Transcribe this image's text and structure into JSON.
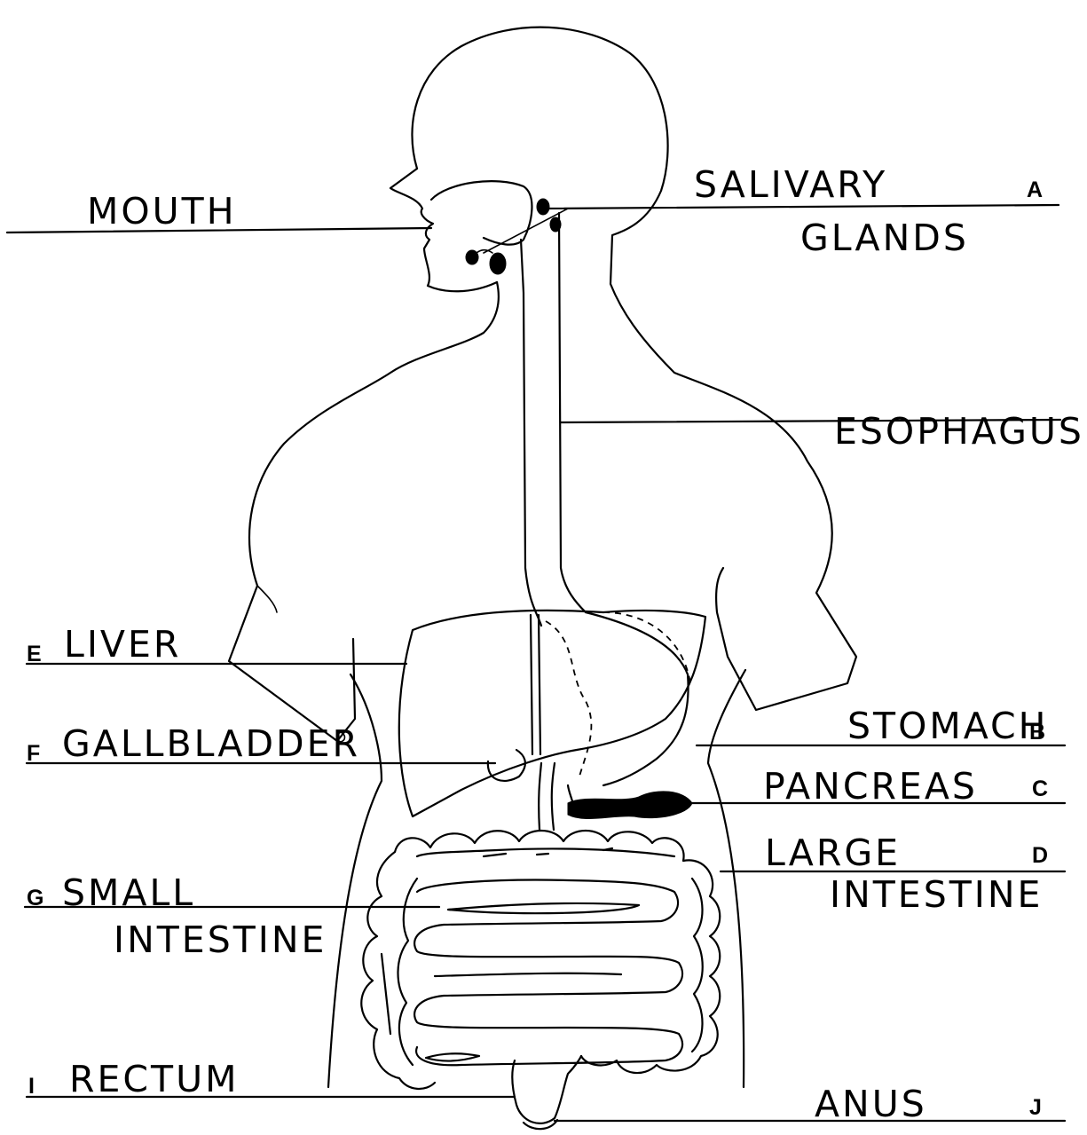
{
  "labels": {
    "mouth": "MOUTH",
    "salivary_1": "SALIVARY",
    "salivary_2": "GLANDS",
    "esophagus": "ESOPHAGUS",
    "liver": "LIVER",
    "gallbladder": "GALLBLADDER",
    "stomach": "STOMACH",
    "pancreas": "PANCREAS",
    "large_intestine_1": "LARGE",
    "large_intestine_2": "INTESTINE",
    "small_intestine_1": "SMALL",
    "small_intestine_2": "INTESTINE",
    "rectum": "RECTUM",
    "anus": "ANUS"
  },
  "letters": {
    "a": "A",
    "b": "B",
    "c": "C",
    "d": "D",
    "e": "E",
    "f": "F",
    "g": "G",
    "i": "I",
    "j": "J"
  }
}
